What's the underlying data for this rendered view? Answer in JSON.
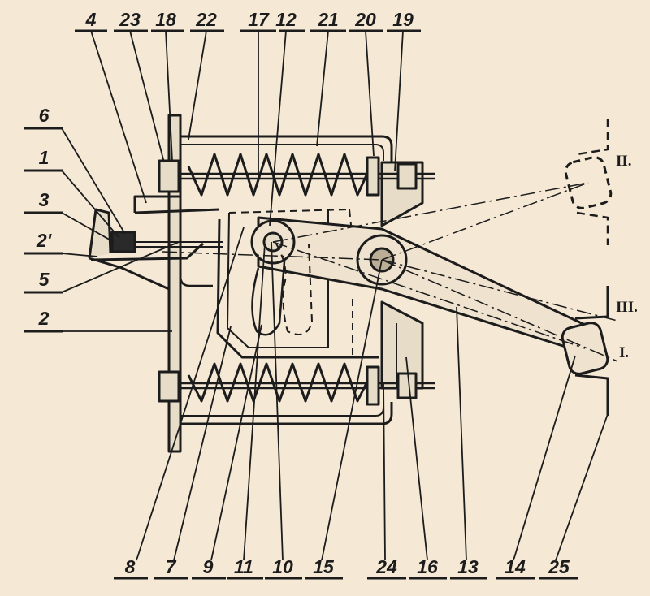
{
  "figure": {
    "title": "",
    "ink": "#1c1c1c",
    "paper": "#f5e9d6",
    "section_fill": "#e6dcc8"
  },
  "callouts_top": [
    "4",
    "23",
    "18",
    "22",
    "17",
    "12",
    "21",
    "20",
    "19"
  ],
  "callouts_left": [
    "6",
    "1",
    "3",
    "2'",
    "5",
    "2"
  ],
  "callouts_bottom": [
    "8",
    "7",
    "9",
    "11",
    "10",
    "15",
    "24",
    "16",
    "13",
    "14",
    "25"
  ],
  "positions_roman": [
    "II.",
    "III.",
    "I."
  ]
}
